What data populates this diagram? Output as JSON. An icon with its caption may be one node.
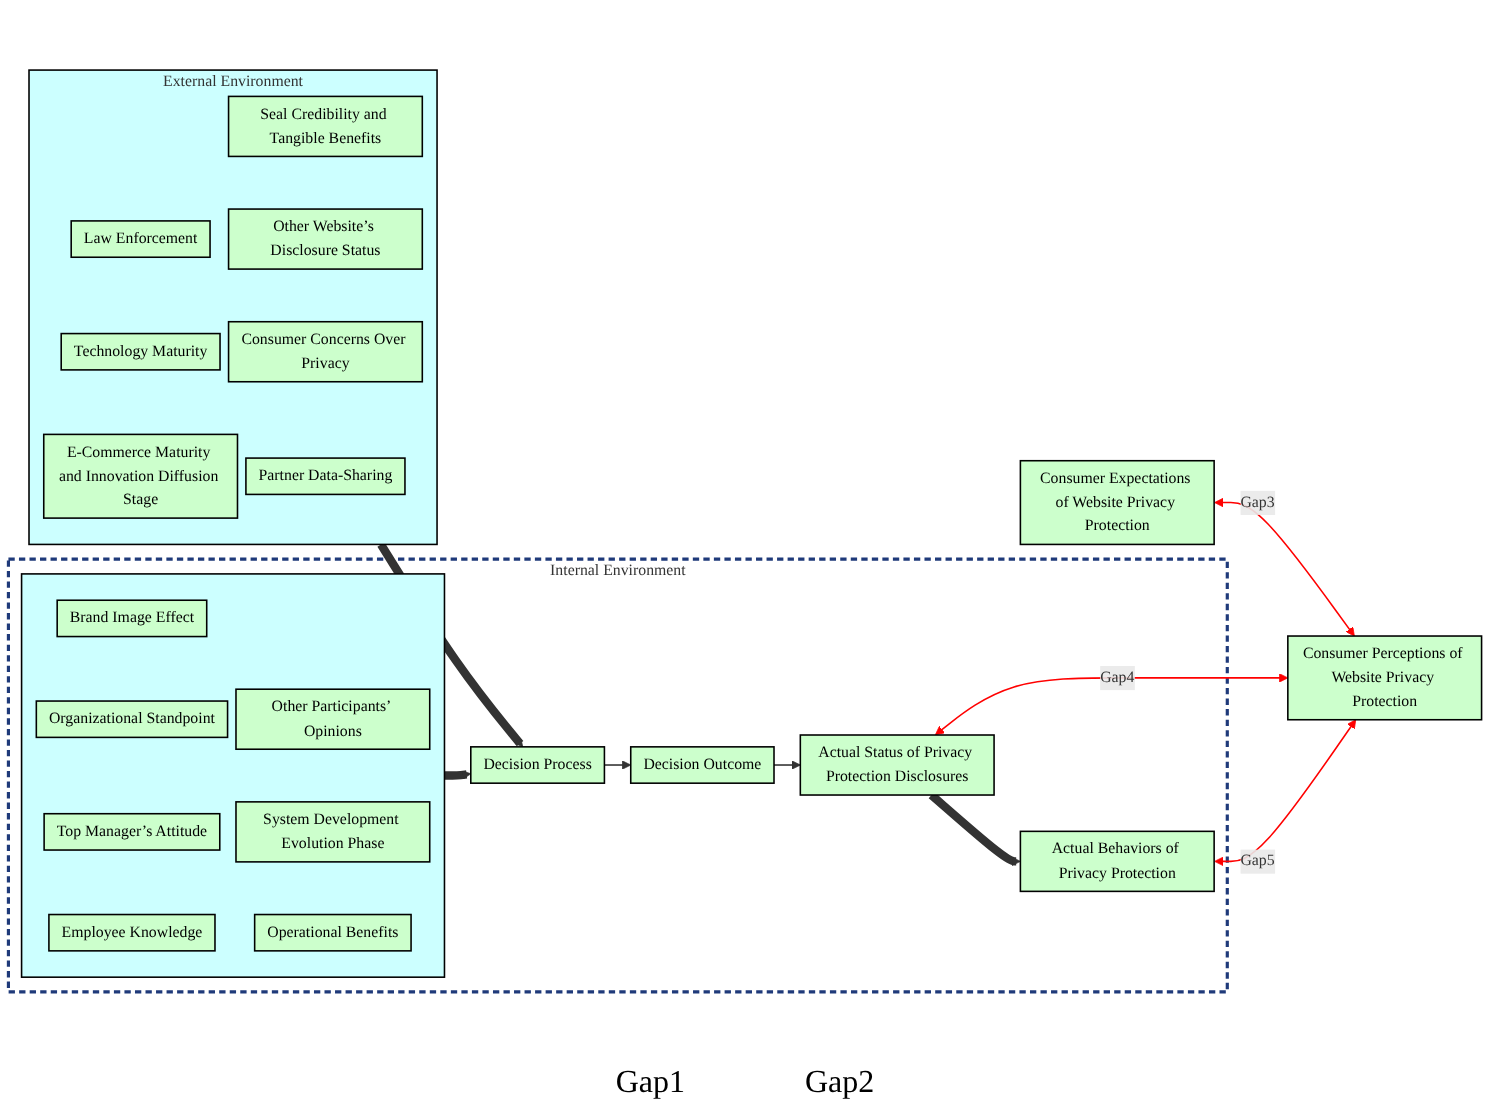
{
  "diagram": {
    "nodes": [
      {
        "text": [
          "External Environment"
        ]
      },
      {
        "text": [
          "Law Enforcement"
        ],
        "in": 0
      },
      {
        "text": [
          "Technology Maturity"
        ],
        "in": 0
      },
      {
        "text": [
          "E-Commerce Maturity and Innovation Diffusion Stage"
        ],
        "in": 0
      },
      {
        "text": [
          "Seal Credibility and Tangible Benefits"
        ],
        "in": 0
      },
      {
        "text": [
          "Other Website’s Disclosure Status"
        ],
        "in": 0
      },
      {
        "text": [
          "Consumer Concerns Over Privacy"
        ],
        "in": 0
      },
      {
        "text": [
          "Partner Data-Sharing"
        ],
        "in": 0
      },
      {
        "text": [
          "Consumer Expectations of Website Privacy Protection"
        ]
      },
      {
        "text": [
          "Consumer Perceptions of Website Privacy Protection"
        ]
      },
      {
        "text": [
          "Internal Environment"
        ]
      },
      {
        "text": [],
        "shape": "box",
        "in": 10
      },
      {
        "text": [
          "Brand Image Effect"
        ],
        "in": 11
      },
      {
        "text": [
          "Organizational Standpoint"
        ],
        "in": 11
      },
      {
        "text": [
          "Top Manager’s Attitude"
        ],
        "in": 11
      },
      {
        "text": [
          "Employee Knowledge"
        ],
        "in": 11
      },
      {
        "text": [
          "Other Participants’ Opinions"
        ],
        "in": 11
      },
      {
        "text": [
          "System Development Evolution Phase"
        ],
        "in": 11
      },
      {
        "text": [
          "Operational Benefits"
        ],
        "in": 11
      },
      {
        "text": [
          "Decision Process"
        ],
        "in": 10
      },
      {
        "text": [
          "Decision Outcome"
        ],
        "in": 10
      },
      {
        "text": [
          "Actual Status of Privacy Protection Disclosures"
        ],
        "in": 10
      },
      {
        "text": [
          "Actual Behaviors of Privacy Protection"
        ],
        "in": 10
      }
    ],
    "edges": [
      {
        "from": 0,
        "to": 19,
        "arrow": "to",
        "style": "thick"
      },
      {
        "from": 11,
        "to": 19,
        "arrow": "to",
        "style": "thick"
      },
      {
        "from": 19,
        "to": 20,
        "arrow": "to"
      },
      {
        "from": 20,
        "to": 21,
        "arrow": "to"
      },
      {
        "from": 21,
        "to": 22,
        "arrow": "to",
        "style": "thick"
      },
      {
        "from": 8,
        "to": 9,
        "arrow": "both",
        "label": "Gap3",
        "color": "#ff0000"
      },
      {
        "from": 21,
        "to": 9,
        "arrow": "both",
        "label": "Gap4",
        "color": "#ff0000"
      },
      {
        "from": 22,
        "to": 9,
        "arrow": "both",
        "label": "Gap5",
        "color": "#ff0000"
      }
    ],
    "labels": [
      "Gap1",
      "Gap2"
    ]
  }
}
